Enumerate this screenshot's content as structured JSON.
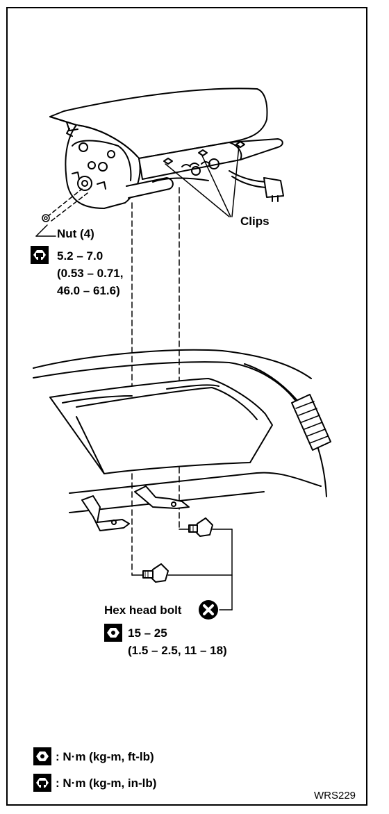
{
  "labels": {
    "nut": "Nut (4)",
    "clips": "Clips",
    "nut_torque_nm": "5.2 – 7.0",
    "nut_torque_line2": "(0.53 – 0.71,",
    "nut_torque_line3": "46.0 – 61.6)",
    "hex_bolt": "Hex head bolt",
    "bolt_torque_nm": "15 – 25",
    "bolt_torque_line2": "(1.5 – 2.5, 11 – 18)"
  },
  "legend": {
    "ftlb": ": N·m (kg-m, ft-lb)",
    "inlb": ": N·m (kg-m, in-lb)"
  },
  "figure_code": "WRS229",
  "icons": {
    "torque_ftlb": "torque-wrench-ftlb-icon",
    "torque_inlb": "torque-wrench-inlb-icon",
    "do_not_reuse": "do-not-reuse-icon"
  }
}
